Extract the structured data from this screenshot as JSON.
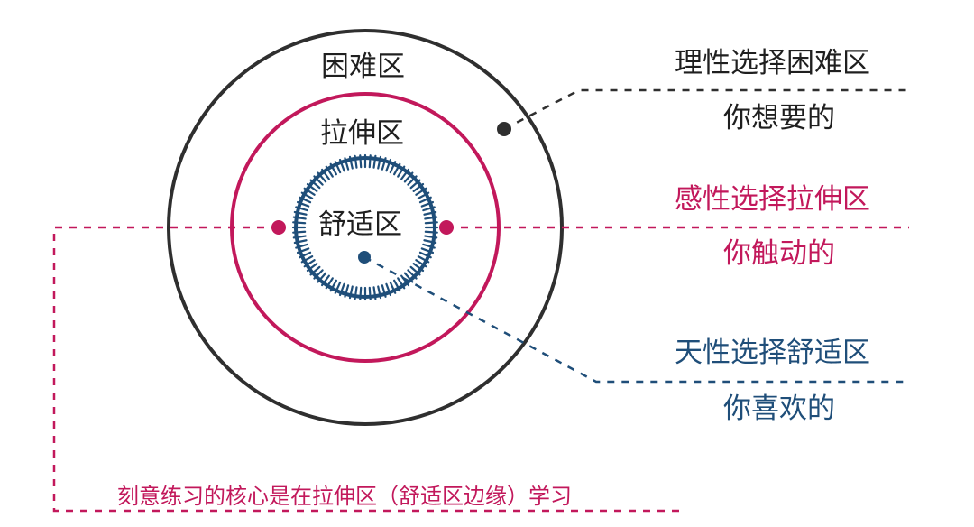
{
  "diagram": {
    "zones": {
      "difficult": "困难区",
      "stretch": "拉伸区",
      "comfort": "舒适区"
    },
    "right_labels": {
      "rational": {
        "title": "理性选择困难区",
        "subtitle": "你想要的"
      },
      "emotional": {
        "title": "感性选择拉伸区",
        "subtitle": "你触动的"
      },
      "natural": {
        "title": "天性选择舒适区",
        "subtitle": "你喜欢的"
      }
    },
    "bottom_note": "刻意练习的核心是在拉伸区（舒适区边缘）学习",
    "colors": {
      "outer_ring": "#2f2f2f",
      "middle_ring": "#c2185b",
      "comfort_ring": "#1f4e79",
      "text_dark": "#1f1f1f",
      "text_pink": "#c2185b",
      "text_blue": "#1f4e79"
    }
  }
}
